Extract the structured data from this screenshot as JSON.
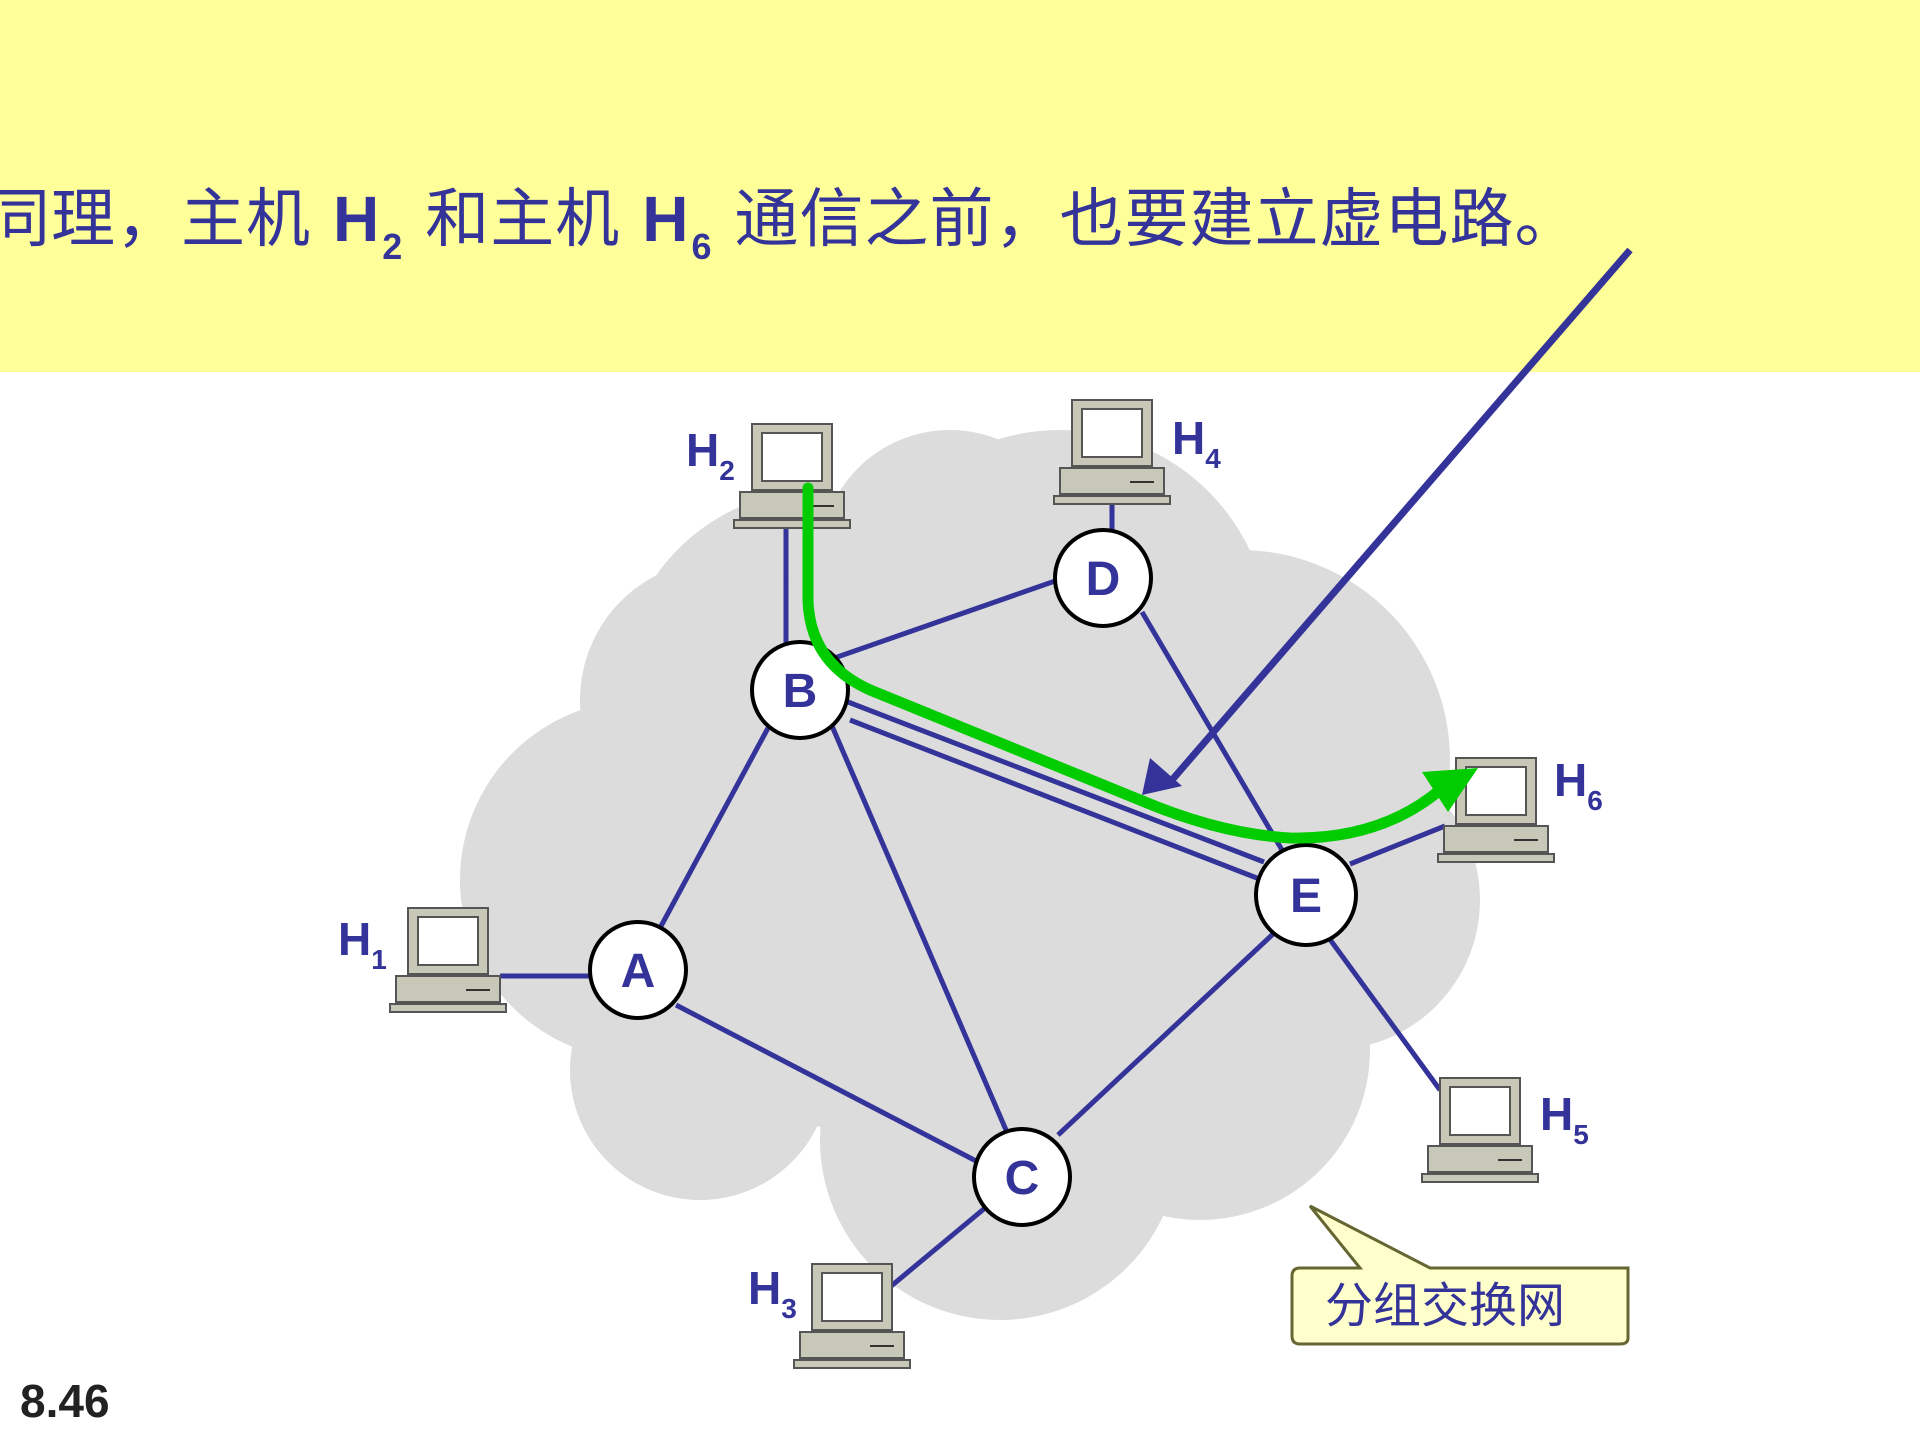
{
  "caption": {
    "before": "同理，主机",
    "host_a": "H",
    "host_a_sub": "2",
    "middle": "和主机",
    "host_b": "H",
    "host_b_sub": "6",
    "after": "通信之前，也要建立虚电路。"
  },
  "nodes": {
    "A": "A",
    "B": "B",
    "C": "C",
    "D": "D",
    "E": "E"
  },
  "hosts": [
    {
      "id": "H1",
      "letter": "H",
      "sub": "1"
    },
    {
      "id": "H2",
      "letter": "H",
      "sub": "2"
    },
    {
      "id": "H3",
      "letter": "H",
      "sub": "3"
    },
    {
      "id": "H4",
      "letter": "H",
      "sub": "4"
    },
    {
      "id": "H5",
      "letter": "H",
      "sub": "5"
    },
    {
      "id": "H6",
      "letter": "H",
      "sub": "6"
    }
  ],
  "network_label": "分组交换网",
  "slide_number": "8.46",
  "colors": {
    "banner": "#ffff99",
    "text": "#333399",
    "link": "#333399",
    "virtual_circuit": "#00cc00",
    "cloud": "#dcdcdc",
    "callout": "#ffffcc"
  }
}
